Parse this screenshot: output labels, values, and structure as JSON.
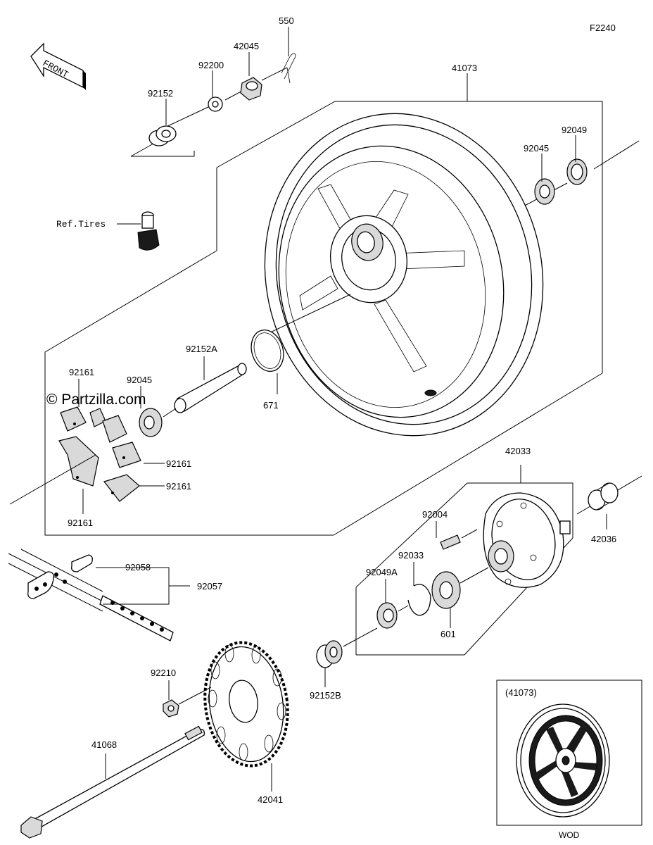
{
  "figure_code": "F2240",
  "front_arrow_text": "FRONT",
  "watermark": "© Partzilla.com",
  "reference_label": "Ref.Tires",
  "inset": {
    "title": "(41073)",
    "caption": "WOD"
  },
  "callouts": {
    "c550": "550",
    "c42045": "42045",
    "c92200": "92200",
    "c92152": "92152",
    "c41073": "41073",
    "c92049": "92049",
    "c92045_top": "92045",
    "c92152A": "92152A",
    "c671": "671",
    "c92161_a": "92161",
    "c92045_mid": "92045",
    "c92161_b": "92161",
    "c92161_c": "92161",
    "c92161_d": "92161",
    "c42033": "42033",
    "c42036": "42036",
    "c92004": "92004",
    "c92033": "92033",
    "c92049A": "92049A",
    "c601": "601",
    "c92058": "92058",
    "c92057": "92057",
    "c92210": "92210",
    "c92152B": "92152B",
    "c41068": "41068",
    "c42041": "42041"
  },
  "colors": {
    "line": "#000000",
    "background": "#ffffff",
    "part_shade": "#d9d9d9"
  }
}
